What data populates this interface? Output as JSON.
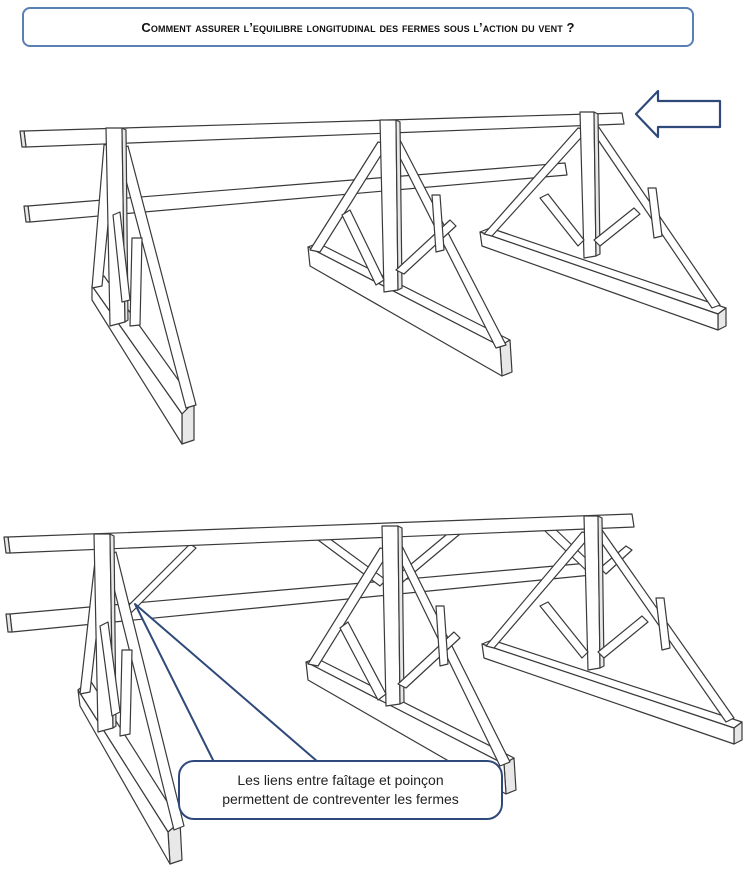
{
  "title": "Comment assurer l’equilibre longitudinal des fermes sous l’action du vent ?",
  "callout": {
    "line1": "Les liens entre faîtage et poinçon",
    "line2": "permettent de contreventer les fermes"
  },
  "colors": {
    "title_border": "#5a7fb3",
    "arrow_stroke": "#2f4a7a",
    "callout_border": "#2f4a7a",
    "wood_line": "#3a3a3a"
  },
  "icons": {
    "wind_arrow": "left-arrow-icon"
  }
}
